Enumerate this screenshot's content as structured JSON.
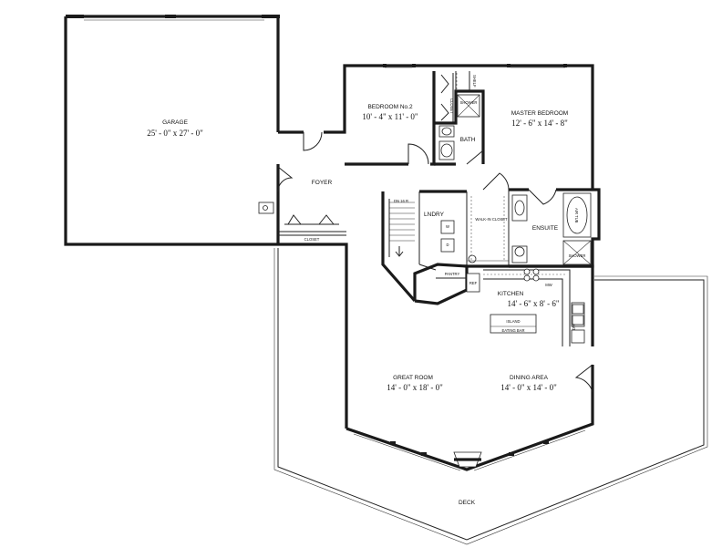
{
  "rooms": {
    "garage": {
      "name": "GARAGE",
      "size": "25' - 0\" x 27' - 0\""
    },
    "foyer": {
      "name": "FOYER"
    },
    "closet_foyer": {
      "name": "CLOSET"
    },
    "bedroom2": {
      "name": "BEDROOM No.2",
      "size": "10' - 4\" x 11' - 0\""
    },
    "closet_bed": {
      "name": "CLOSET"
    },
    "shelf": {
      "name": "SHELF"
    },
    "shower_top": {
      "name": "SHOWER"
    },
    "bath": {
      "name": "BATH"
    },
    "master": {
      "name": "MASTER BEDROOM",
      "size": "12' - 6\" x 14' - 8\""
    },
    "stair": {
      "name": "DN 16 R"
    },
    "laundry": {
      "name": "LNDRY"
    },
    "washer": {
      "name": "W"
    },
    "dryer": {
      "name": "D"
    },
    "walkin": {
      "name": "WALK-IN CLOSET"
    },
    "ensuite": {
      "name": "ENSUITE"
    },
    "airtub": {
      "name": "AIR TUB"
    },
    "shower_ens": {
      "name": "SHOWER"
    },
    "pantry": {
      "name": "PANTRY"
    },
    "fridge": {
      "name": "REF"
    },
    "mw": {
      "name": "MW"
    },
    "kitchen": {
      "name": "KITCHEN",
      "size": "14' - 6\" x 8' - 6\""
    },
    "island": {
      "name": "ISLAND"
    },
    "eatingbar": {
      "name": "EATING BAR"
    },
    "dw": {
      "name": "DW"
    },
    "great": {
      "name": "GREAT ROOM",
      "size": "14' - 0\" x 18' - 0\""
    },
    "dining": {
      "name": "DINING AREA",
      "size": "14' - 0\" x 14' - 0\""
    },
    "deck": {
      "name": "DECK"
    }
  }
}
